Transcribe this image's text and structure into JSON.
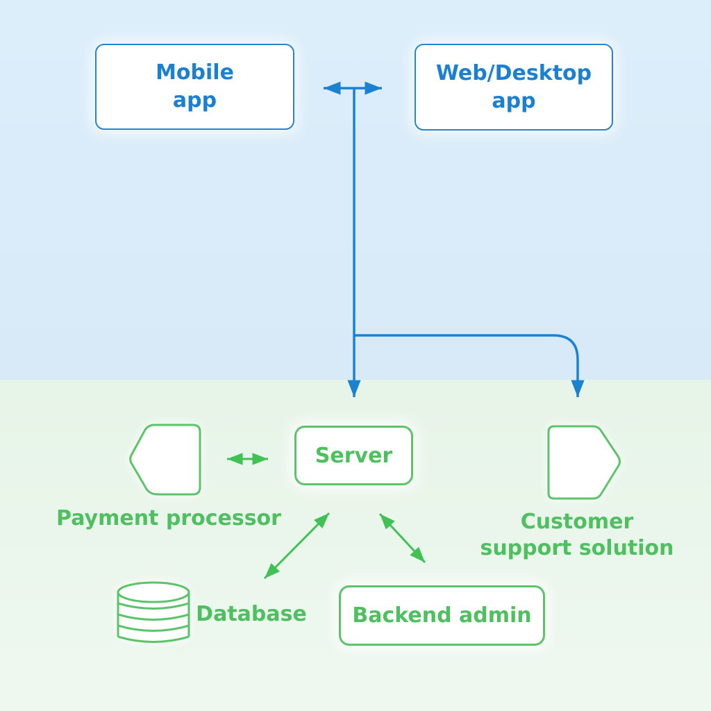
{
  "diagram": {
    "type": "architecture-diagram",
    "sections": {
      "client": {
        "background": "#d9ebf8",
        "accent": "#1b80d1"
      },
      "backend": {
        "background": "#eaf6ec",
        "accent": "#4ec05f"
      }
    },
    "node_fill": "#ffffff"
  },
  "nodes": {
    "mobile_app": {
      "line1": "Mobile",
      "line2": "app",
      "shape": "rounded-rect",
      "color": "blue"
    },
    "web_desktop_app": {
      "line1": "Web/Desktop",
      "line2": "app",
      "shape": "rounded-rect",
      "color": "blue"
    },
    "server": {
      "label": "Server",
      "shape": "rounded-rect",
      "color": "green"
    },
    "payment_processor": {
      "label": "Payment processor",
      "shape": "pentagon-left",
      "color": "green"
    },
    "customer_support": {
      "line1": "Customer",
      "line2": "support solution",
      "shape": "pentagon-right",
      "color": "green"
    },
    "database": {
      "label": "Database",
      "shape": "cylinder",
      "color": "green"
    },
    "backend_admin": {
      "label": "Backend admin",
      "shape": "rounded-rect",
      "color": "green"
    }
  },
  "edges": [
    {
      "from": "mobile_app",
      "to": "web_desktop_app",
      "direction": "bidirectional",
      "color": "#1b82d2"
    },
    {
      "from": "apps",
      "to": "server",
      "direction": "down",
      "color": "#1b82d2"
    },
    {
      "from": "apps",
      "to": "customer_support",
      "direction": "down",
      "color": "#1b82d2"
    },
    {
      "from": "payment_processor",
      "to": "server",
      "direction": "bidirectional",
      "color": "#3fc253"
    },
    {
      "from": "server",
      "to": "database",
      "direction": "bidirectional",
      "color": "#3fc253"
    },
    {
      "from": "server",
      "to": "backend_admin",
      "direction": "bidirectional",
      "color": "#3fc253"
    }
  ]
}
